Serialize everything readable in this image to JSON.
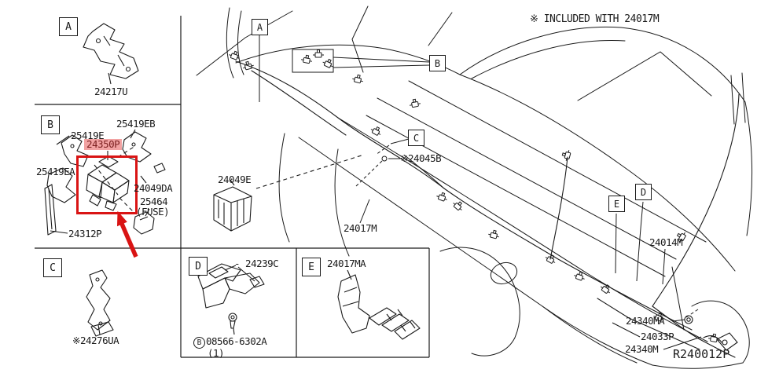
{
  "note": "※ INCLUDED WITH 24017M",
  "drawing_ref": "R240012P",
  "colors": {
    "ink": "#1a1a1a",
    "highlight_pink": "#f2a2a2",
    "alert_red": "#d91414",
    "paper": "#ffffff"
  },
  "panel_a": {
    "letter": "A",
    "label_24217u": "24217U"
  },
  "panel_b": {
    "letter": "B",
    "label_25419eb": "25419EB",
    "label_25419e": "25419E",
    "label_24350p": "24350P",
    "label_25419ea": "25419EA",
    "label_24049da": "24049DA",
    "label_25464": "25464",
    "label_fuse": "(FUSE)",
    "label_24312p": "24312P"
  },
  "panel_c": {
    "letter": "C",
    "label_24276ua": "※24276UA"
  },
  "panel_d": {
    "letter": "D",
    "label_24239c": "- 24239C",
    "bolt_circle_letter": "B",
    "label_bolt": "08566-6302A",
    "label_qty": "(1)"
  },
  "panel_e": {
    "letter": "E",
    "label_24017ma": "24017MA"
  },
  "main": {
    "callout_a": "A",
    "callout_b": "B",
    "callout_c": "C",
    "callout_d": "D",
    "callout_e": "E",
    "label_24049e": "24049E",
    "label_24045b": "※24045B",
    "label_24017m": "24017M",
    "label_24014m": "24014M",
    "label_24340ma": "24340MA",
    "label_24033p": "24033P",
    "label_24340m": "24340M"
  }
}
